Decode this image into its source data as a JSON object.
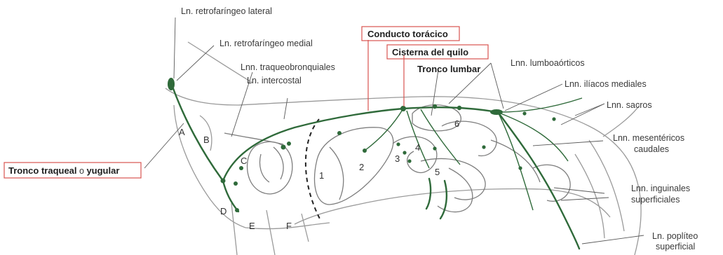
{
  "labels": {
    "retrofaringeo_lateral": "Ln. retrofaríngeo lateral",
    "retrofaringeo_medial": "Ln. retrofaríngeo medial",
    "traqueobronquiales": "Lnn. traqueobronquiales",
    "intercostal": "Ln. intercostal",
    "conducto_toracico": "Conducto torácico",
    "cisterna_del_quilo": "Cisterna del quilo",
    "tronco_lumbar": "Tronco lumbar",
    "lumboaorticos": "Lnn. lumboaórticos",
    "iliacos_mediales": "Lnn. ilíacos mediales",
    "sacros": "Lnn. sacros",
    "mesentericos_line1": "Lnn. mesentéricos",
    "mesentericos_line2": "caudales",
    "tronco_traqueal_part1": "Tronco traqueal",
    "tronco_traqueal_part2": " o ",
    "tronco_traqueal_part3": "yugular",
    "inguinales_line1": "Lnn. inguinales",
    "inguinales_line2": "superficiales",
    "popliteo_line1": "Ln. poplíteo",
    "popliteo_line2": "superficial"
  },
  "region_letters": {
    "A": "A",
    "B": "B",
    "C": "C",
    "D": "D",
    "E": "E",
    "F": "F"
  },
  "organ_numbers": {
    "n1": "1",
    "n2": "2",
    "n3": "3",
    "n4": "4",
    "n5": "5",
    "n6": "6"
  },
  "colors": {
    "lymphatic": "#2f6a3a",
    "highlight_box": "#d9534f",
    "outline": "#9a9a9a"
  }
}
